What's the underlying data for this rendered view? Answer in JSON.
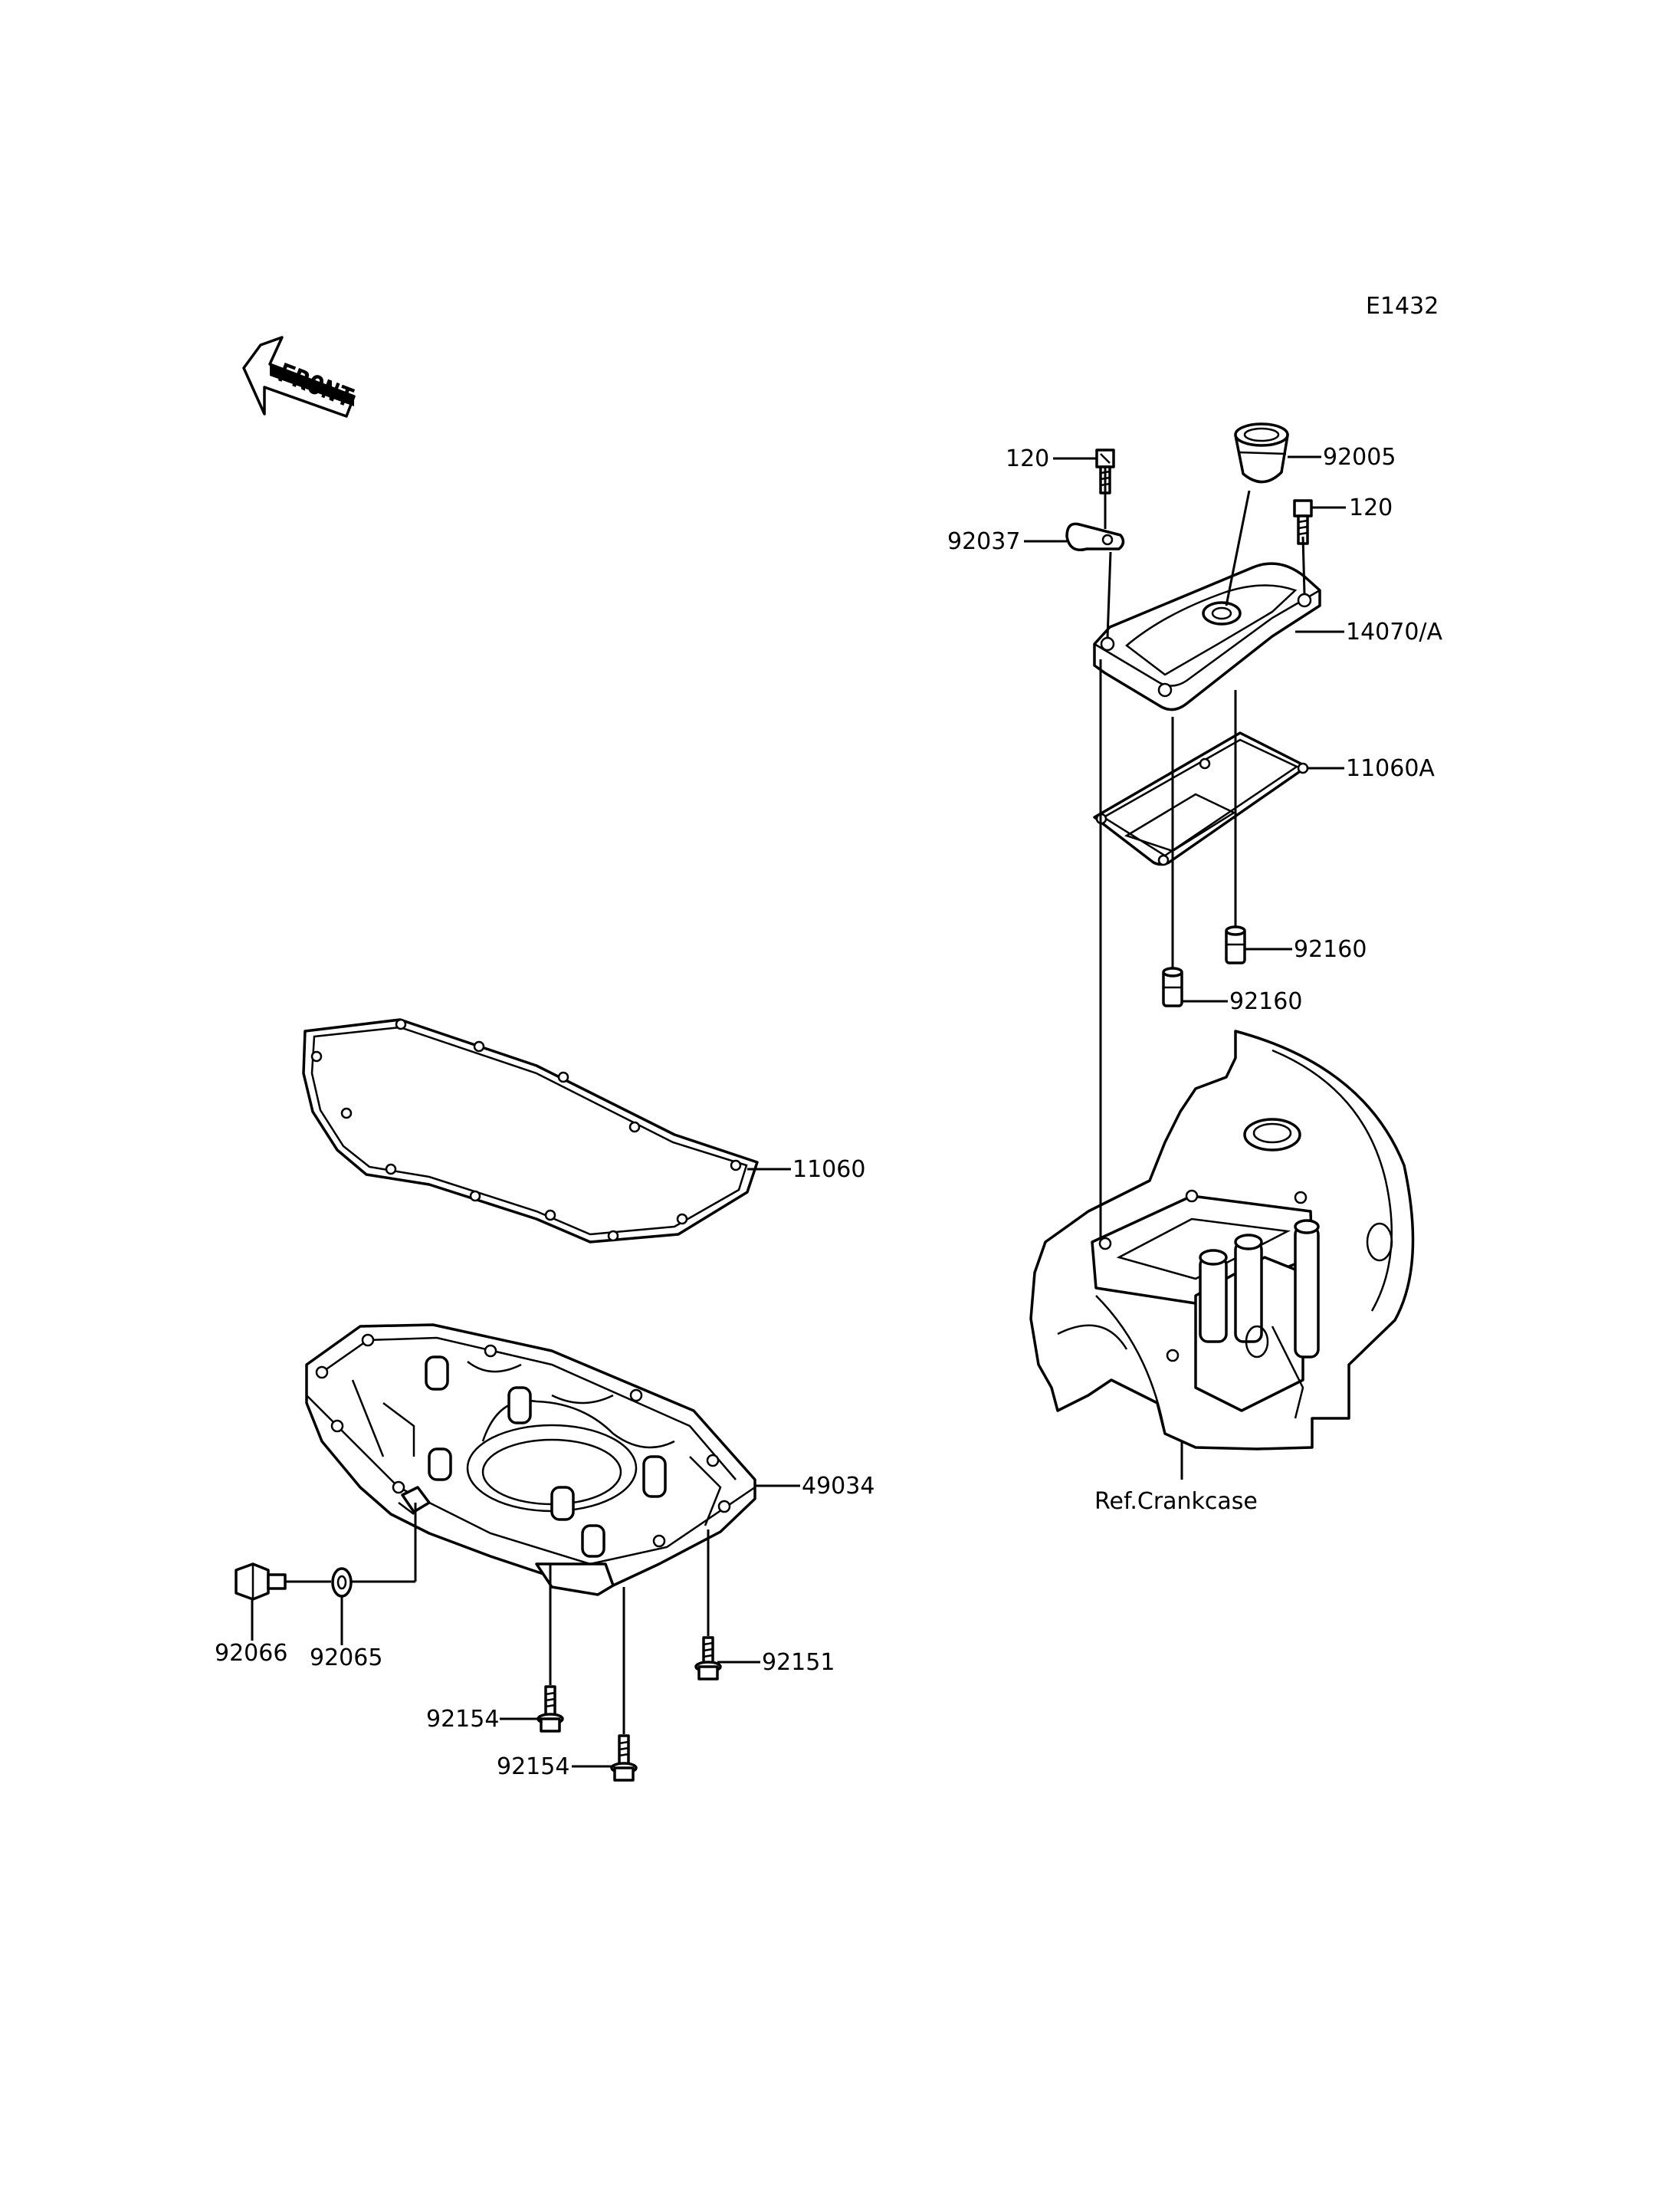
{
  "diagram_code": "E1432",
  "front_marker": "FRONT",
  "reference_label": "Ref.Crankcase",
  "parts": {
    "bolt_120_a": "120",
    "bolt_120_b": "120",
    "fitting_92005": "92005",
    "clamp_92037": "92037",
    "cover_14070A": "14070/A",
    "gasket_11060A": "11060A",
    "dowel_92160_a": "92160",
    "dowel_92160_b": "92160",
    "gasket_11060": "11060",
    "oil_pan_49034": "49034",
    "drain_bolt_92066": "92066",
    "washer_92065": "92065",
    "bolt_92151": "92151",
    "bolt_92154_a": "92154",
    "bolt_92154_b": "92154"
  }
}
